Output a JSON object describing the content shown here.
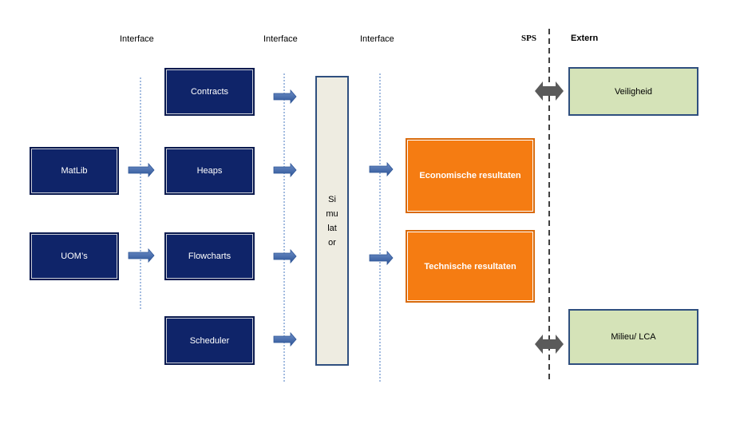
{
  "headers": {
    "interface_1": "Interface",
    "interface_2": "Interface",
    "interface_3": "Interface",
    "sps": "SPS",
    "extern": "Extern"
  },
  "inputs": {
    "matlib": "MatLib",
    "uoms": "UOM’s"
  },
  "modules": {
    "contracts": "Contracts",
    "heaps": "Heaps",
    "flowcharts": "Flowcharts",
    "scheduler": "Scheduler"
  },
  "simulator": {
    "lines": [
      "Si",
      "mu",
      "lat",
      "or"
    ]
  },
  "results": {
    "economic": "Economische resultaten",
    "technical": "Technische resultaten"
  },
  "external": {
    "safety": "Veiligheid",
    "environment": "Milieu/ LCA"
  },
  "colors": {
    "navy": "#0f2469",
    "orange": "#f57c12",
    "green": "#d5e3b8",
    "simulator": "#eeece1",
    "arrow": "#3b63a6",
    "connector": "#5a5a5a"
  }
}
